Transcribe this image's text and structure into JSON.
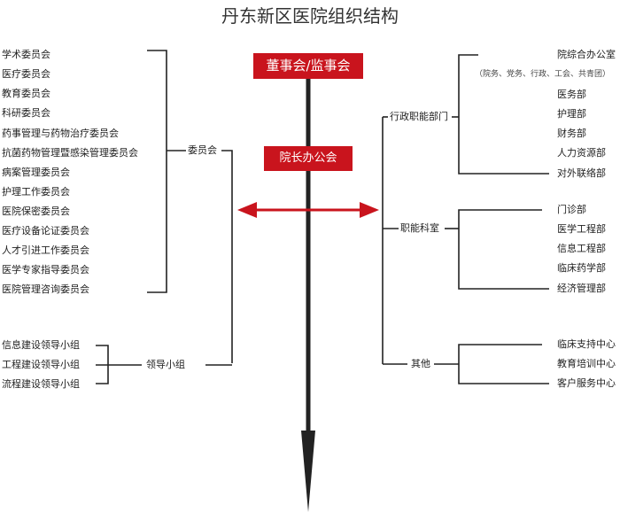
{
  "title": "丹东新区医院组织结构",
  "board": "董事会/监事会",
  "president_office": "院长办公会",
  "left": {
    "committee_group": "委员会",
    "committees": [
      "学术委员会",
      "医疗委员会",
      "教育委员会",
      "科研委员会",
      "药事管理与药物治疗委员会",
      "抗菌药物管理暨感染管理委员会",
      "病案管理委员会",
      "护理工作委员会",
      "医院保密委员会",
      "医疗设备论证委员会",
      "人才引进工作委员会",
      "医学专家指导委员会",
      "医院管理咨询委员会"
    ],
    "leading_group": "领导小组",
    "leading_groups": [
      "信息建设领导小组",
      "工程建设领导小组",
      "流程建设领导小组"
    ]
  },
  "right": {
    "admin_group": "行政职能部门",
    "admin_items": [
      "院综合办公室",
      "医务部",
      "护理部",
      "财务部",
      "人力资源部",
      "对外联络部"
    ],
    "admin_note": "（院务、党务、行政、工会、共青团）",
    "functional_group": "职能科室",
    "functional_items": [
      "门诊部",
      "医学工程部",
      "信息工程部",
      "临床药学部",
      "经济管理部"
    ],
    "other_group": "其他",
    "other_items": [
      "临床支持中心",
      "教育培训中心",
      "客户服务中心"
    ]
  },
  "colors": {
    "accent": "#c9141d",
    "line": "#222222"
  }
}
